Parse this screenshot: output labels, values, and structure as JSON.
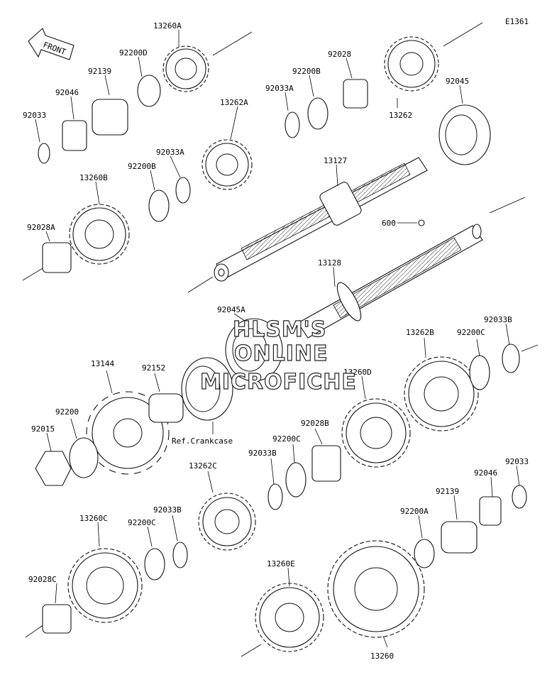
{
  "diagram_code": "E1361",
  "front_label": "FRONT",
  "watermark": [
    "HLSM'S",
    "ONLINE",
    "MICROFICHE"
  ],
  "callouts": [
    {
      "id": "c1",
      "text": "13260A"
    },
    {
      "id": "c2",
      "text": "92200D"
    },
    {
      "id": "c3",
      "text": "92139"
    },
    {
      "id": "c4",
      "text": "92046"
    },
    {
      "id": "c5",
      "text": "92033"
    },
    {
      "id": "c6",
      "text": "92028"
    },
    {
      "id": "c7",
      "text": "92200B"
    },
    {
      "id": "c8",
      "text": "92033A"
    },
    {
      "id": "c9",
      "text": "13262A"
    },
    {
      "id": "c10",
      "text": "92045"
    },
    {
      "id": "c11",
      "text": "13262"
    },
    {
      "id": "c12",
      "text": "92033A"
    },
    {
      "id": "c13",
      "text": "92200B"
    },
    {
      "id": "c14",
      "text": "13260B"
    },
    {
      "id": "c15",
      "text": "13127"
    },
    {
      "id": "c16",
      "text": "92028A"
    },
    {
      "id": "c17",
      "text": "600"
    },
    {
      "id": "c18",
      "text": "13128"
    },
    {
      "id": "c19",
      "text": "92045A"
    },
    {
      "id": "c20",
      "text": "92033B"
    },
    {
      "id": "c21",
      "text": "13144"
    },
    {
      "id": "c22",
      "text": "92152"
    },
    {
      "id": "c23",
      "text": "13262B"
    },
    {
      "id": "c24",
      "text": "92200C"
    },
    {
      "id": "c25",
      "text": "13260D"
    },
    {
      "id": "c26",
      "text": "92200"
    },
    {
      "id": "c27",
      "text": "92015"
    },
    {
      "id": "c28",
      "text": "Ref.Crankcase"
    },
    {
      "id": "c29",
      "text": "92028B"
    },
    {
      "id": "c30",
      "text": "92200C"
    },
    {
      "id": "c31",
      "text": "92033B"
    },
    {
      "id": "c32",
      "text": "13262C"
    },
    {
      "id": "c33",
      "text": "92033"
    },
    {
      "id": "c34",
      "text": "92046"
    },
    {
      "id": "c35",
      "text": "92139"
    },
    {
      "id": "c36",
      "text": "13260C"
    },
    {
      "id": "c37",
      "text": "92033B"
    },
    {
      "id": "c38",
      "text": "92200C"
    },
    {
      "id": "c39",
      "text": "92200A"
    },
    {
      "id": "c40",
      "text": "92028C"
    },
    {
      "id": "c41",
      "text": "13260E"
    },
    {
      "id": "c42",
      "text": "13260"
    }
  ]
}
